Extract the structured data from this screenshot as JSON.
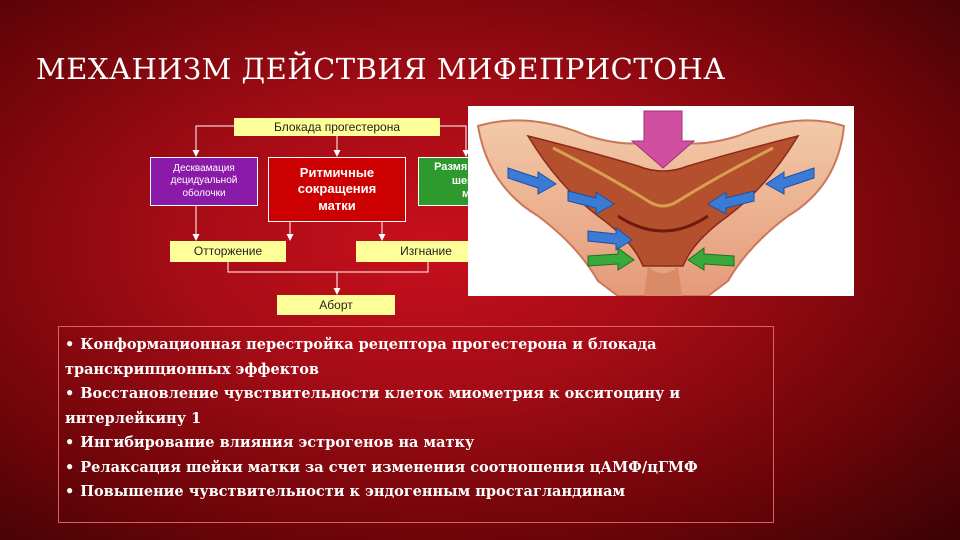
{
  "slide": {
    "title": "МЕХАНИЗМ ДЕЙСТВИЯ МИФЕПРИСТОНА"
  },
  "diagram": {
    "blockade": "Блокада прогестерона",
    "desquamation": [
      "Десквамация",
      "децидуальной",
      "оболочки"
    ],
    "contractions": [
      "Ритмичные",
      "сокращения",
      "матки"
    ],
    "softening": [
      "Размягчение",
      "шейки",
      "ма"
    ],
    "rejection": "Отторжение",
    "expulsion": "Изгнание",
    "abortion": "Аборт"
  },
  "bullets": [
    "Конформационная перестройка рецептора прогестерона и блокада транскрипционных эффектов",
    "Восстановление чувствительности клеток миометрия к окситоцину и интерлейкину 1",
    "Ингибирование влияния эстрогенов на матку",
    "Релаксация шейки матки за счет изменения соотношения цАМФ/цГМФ",
    "Повышение чувствительности к эндогенным простагландинам"
  ],
  "colors": {
    "background": "#a40c16",
    "yellow_box": "#ffff99",
    "purple_box": "#8c1aa8",
    "red_box": "#cc0000",
    "green_box": "#2e9a2e",
    "arrow": "#3a7bd5"
  },
  "icons": {
    "bullet": "•"
  }
}
